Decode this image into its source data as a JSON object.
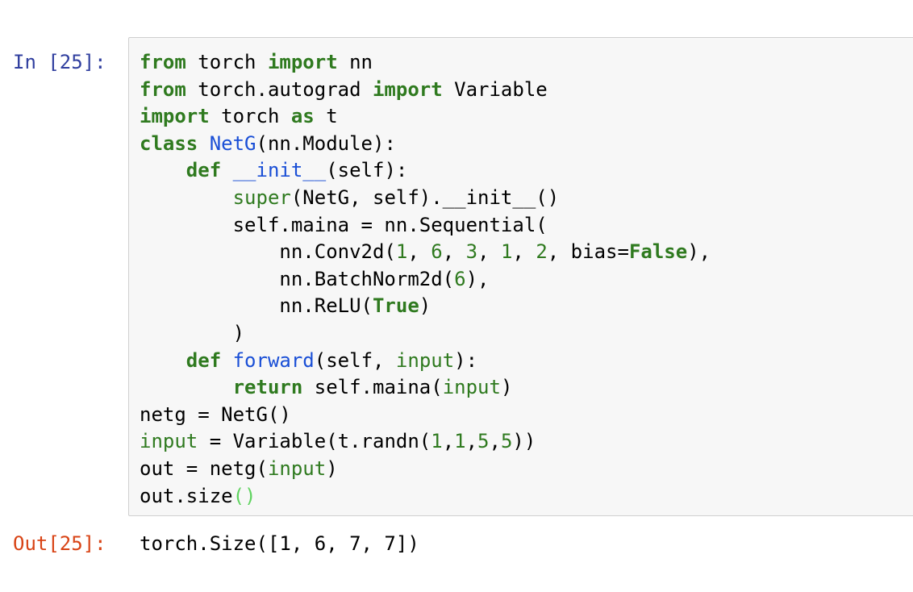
{
  "cell": {
    "input_prompt": "In [25]:",
    "output_prompt": "Out[25]:",
    "code_lines": [
      [
        {
          "t": "from",
          "k": "kw"
        },
        {
          "t": " torch "
        },
        {
          "t": "import",
          "k": "kw"
        },
        {
          "t": " nn"
        }
      ],
      [
        {
          "t": "from",
          "k": "kw"
        },
        {
          "t": " torch.autograd "
        },
        {
          "t": "import",
          "k": "kw"
        },
        {
          "t": " Variable"
        }
      ],
      [
        {
          "t": "import",
          "k": "kw"
        },
        {
          "t": " torch "
        },
        {
          "t": "as",
          "k": "kw"
        },
        {
          "t": " t"
        }
      ],
      [
        {
          "t": "class",
          "k": "kw"
        },
        {
          "t": " "
        },
        {
          "t": "NetG",
          "k": "def"
        },
        {
          "t": "(nn.Module):"
        }
      ],
      [
        {
          "t": "    "
        },
        {
          "t": "def",
          "k": "kw"
        },
        {
          "t": " "
        },
        {
          "t": "__init__",
          "k": "def"
        },
        {
          "t": "(self):"
        }
      ],
      [
        {
          "t": "        "
        },
        {
          "t": "super",
          "k": "builtin"
        },
        {
          "t": "(NetG, self).__init__()"
        }
      ],
      [
        {
          "t": "        self.maina = nn.Sequential("
        }
      ],
      [
        {
          "t": "            nn.Conv2d("
        },
        {
          "t": "1",
          "k": "num"
        },
        {
          "t": ", "
        },
        {
          "t": "6",
          "k": "num"
        },
        {
          "t": ", "
        },
        {
          "t": "3",
          "k": "num"
        },
        {
          "t": ", "
        },
        {
          "t": "1",
          "k": "num"
        },
        {
          "t": ", "
        },
        {
          "t": "2",
          "k": "num"
        },
        {
          "t": ", bias="
        },
        {
          "t": "False",
          "k": "kw"
        },
        {
          "t": "),"
        }
      ],
      [
        {
          "t": "            nn.BatchNorm2d("
        },
        {
          "t": "6",
          "k": "num"
        },
        {
          "t": "),"
        }
      ],
      [
        {
          "t": "            nn.ReLU("
        },
        {
          "t": "True",
          "k": "kw"
        },
        {
          "t": ")"
        }
      ],
      [
        {
          "t": "        )"
        }
      ],
      [
        {
          "t": "    "
        },
        {
          "t": "def",
          "k": "kw"
        },
        {
          "t": " "
        },
        {
          "t": "forward",
          "k": "def"
        },
        {
          "t": "(self, "
        },
        {
          "t": "input",
          "k": "builtin"
        },
        {
          "t": "):"
        }
      ],
      [
        {
          "t": "        "
        },
        {
          "t": "return",
          "k": "kw"
        },
        {
          "t": " self.maina("
        },
        {
          "t": "input",
          "k": "builtin"
        },
        {
          "t": ")"
        }
      ],
      [
        {
          "t": "netg = NetG()"
        }
      ],
      [
        {
          "t": "input",
          "k": "builtin"
        },
        {
          "t": " = Variable(t.randn("
        },
        {
          "t": "1",
          "k": "num"
        },
        {
          "t": ","
        },
        {
          "t": "1",
          "k": "num"
        },
        {
          "t": ","
        },
        {
          "t": "5",
          "k": "num"
        },
        {
          "t": ","
        },
        {
          "t": "5",
          "k": "num"
        },
        {
          "t": "))"
        }
      ],
      [
        {
          "t": "out = netg("
        },
        {
          "t": "input",
          "k": "builtin"
        },
        {
          "t": ")"
        }
      ],
      [
        {
          "t": "out.size"
        },
        {
          "t": "()",
          "k": "bracket"
        }
      ]
    ],
    "output_text": "torch.Size([1, 6, 7, 7])"
  },
  "colors": {
    "input_prompt": "#303f9f",
    "output_prompt": "#d84315",
    "keyword": "#2f7a1f",
    "definition_name": "#1a4fd6",
    "matched_bracket": "#5fd35f",
    "cell_background": "#f7f7f7",
    "cell_border": "#cfcfcf"
  }
}
